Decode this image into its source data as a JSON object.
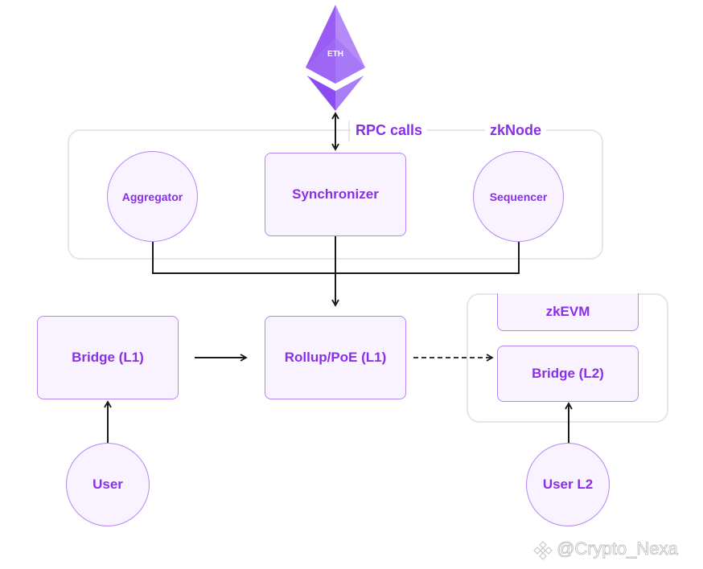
{
  "diagram": {
    "eth_label": "ETH",
    "rpc_label": "RPC calls",
    "zknode_label": "zkNode",
    "nodes": {
      "aggregator": "Aggregator",
      "synchronizer": "Synchronizer",
      "sequencer": "Sequencer",
      "bridge_l1": "Bridge (L1)",
      "rollup": "Rollup/PoE (L1)",
      "zkevm": "zkEVM",
      "bridge_l2": "Bridge (L2)",
      "user": "User",
      "user_l2": "User L2"
    },
    "edges": [
      {
        "from": "eth",
        "to": "synchronizer",
        "style": "solid",
        "direction": "both",
        "label": "RPC calls"
      },
      {
        "from": "aggregator",
        "to": "rollup",
        "style": "solid",
        "direction": "forward"
      },
      {
        "from": "synchronizer",
        "to": "rollup",
        "style": "solid",
        "direction": "forward"
      },
      {
        "from": "sequencer",
        "to": "rollup",
        "style": "solid",
        "direction": "forward"
      },
      {
        "from": "bridge_l1",
        "to": "rollup",
        "style": "solid",
        "direction": "forward"
      },
      {
        "from": "rollup",
        "to": "bridge_l2",
        "style": "dashed",
        "direction": "forward"
      },
      {
        "from": "user",
        "to": "bridge_l1",
        "style": "solid",
        "direction": "forward"
      },
      {
        "from": "user_l2",
        "to": "bridge_l2",
        "style": "solid",
        "direction": "forward"
      }
    ],
    "colors": {
      "node_fill": "#f8f3fe",
      "node_border": "#b685f5",
      "text": "#8a2fe6",
      "group_border": "#e6e6e8",
      "wire": "#1a1a1a",
      "eth_light": "#b48af7",
      "eth_dark": "#8a4bf0"
    }
  },
  "watermark": {
    "text": "@Crypto_Nexa",
    "icon": "binance-logo-icon"
  }
}
